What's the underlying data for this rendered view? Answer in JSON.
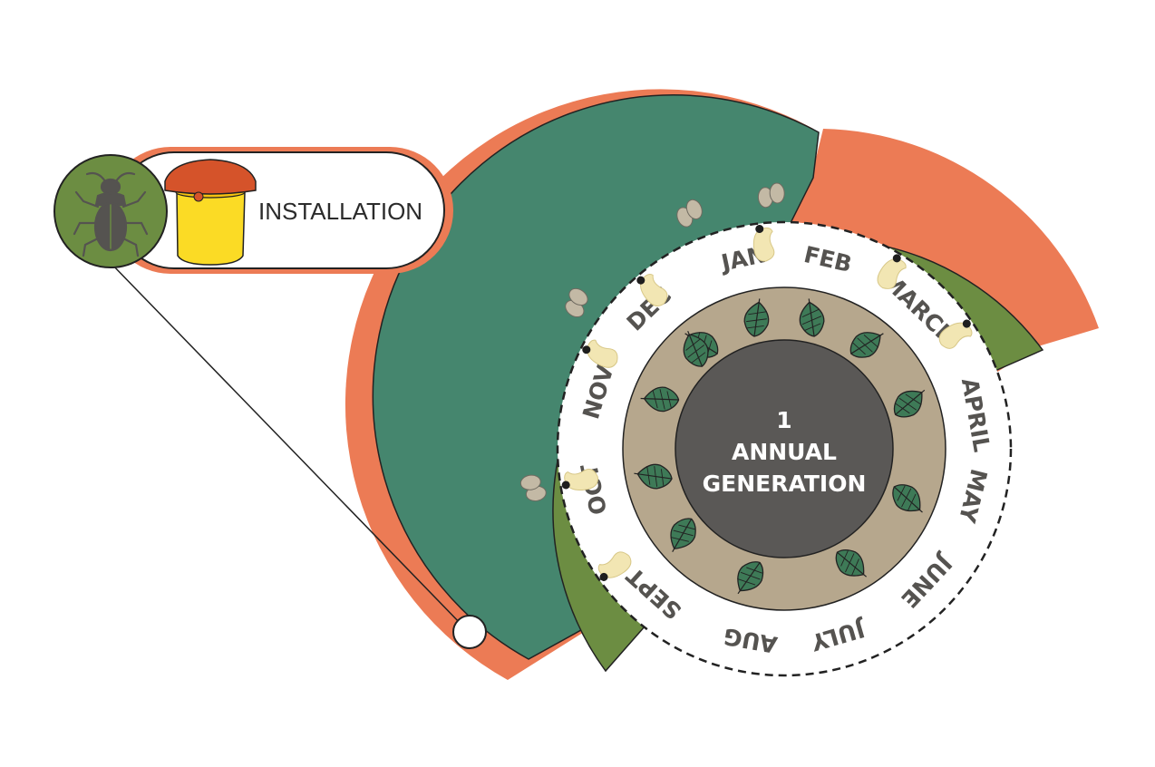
{
  "installation": {
    "label": "INSTALLATION",
    "insect_icon": "beetle-icon",
    "trap_icon": "trap-bucket-icon"
  },
  "center": {
    "line1": "1",
    "line2": "ANNUAL",
    "line3": "GENERATION"
  },
  "months": [
    "JAN",
    "FEB",
    "MARCH",
    "APRIL",
    "MAY",
    "JUNE",
    "JULY",
    "AUG",
    "SEPT",
    "OCT",
    "NOV",
    "DEC"
  ],
  "rings": {
    "outer_band_color": "#ec7b55",
    "adult_band_color": "#45866e",
    "larva_band_color": "#6c8d42",
    "leaf_ring_color": "#b6a78d",
    "center_color": "#5a5856"
  },
  "icons": {
    "larva": "larva-icon",
    "cocoon": "cocoon-icon",
    "leaf": "leaf-icon"
  }
}
